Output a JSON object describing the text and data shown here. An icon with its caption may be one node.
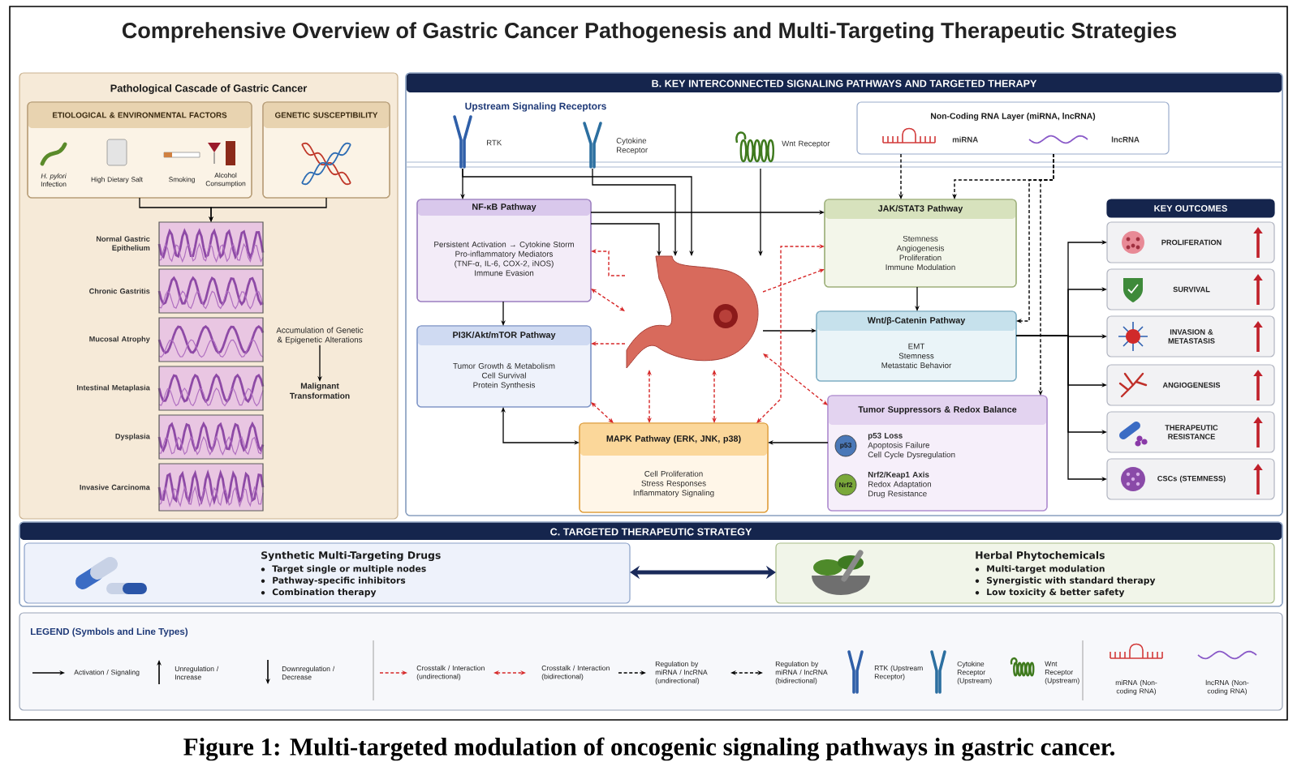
{
  "diagram": {
    "title": "Comprehensive Overview of Gastric Cancer Pathogenesis and Multi-Targeting Therapeutic Strategies",
    "caption": "Figure 1: Multi-targeted modulation of oncogenic signaling pathways in gastric cancer.",
    "nodes": [
      {
        "text": [
          "Pathological Cascade of Gastric Cancer"
        ]
      },
      {
        "text": [
          "ETIOLOGICAL & ENVIRONMENTAL FACTORS",
          "*H. pylori* Infection",
          "High Dietary Salt",
          "Smoking",
          "Alcohol Consumption"
        ],
        "in": 0
      },
      {
        "text": [
          "GENETIC SUSCEPTIBILITY"
        ],
        "in": 0
      },
      {
        "text": [],
        "shape": "picture",
        "beside": [
          "Normal Gastric Epithelium"
        ],
        "in": 0
      },
      {
        "text": [],
        "shape": "picture",
        "beside": [
          "Chronic Gastritis"
        ],
        "in": 0
      },
      {
        "text": [],
        "shape": "picture",
        "beside": [
          "Mucosal Atrophy"
        ],
        "in": 0
      },
      {
        "text": [],
        "shape": "picture",
        "beside": [
          "Intestinal Metaplasia"
        ],
        "in": 0
      },
      {
        "text": [],
        "shape": "picture",
        "beside": [
          "Dysplasia"
        ],
        "in": 0
      },
      {
        "text": [],
        "shape": "picture",
        "beside": [
          "Invasive Carcinoma"
        ],
        "in": 0
      },
      {
        "text": [
          "Accumulation of Genetic & Epigenetic Alterations"
        ],
        "in": 0
      },
      {
        "text": [
          "Malignant Transformation"
        ],
        "in": 0
      },
      {
        "text": [
          "B. KEY INTERCONNECTED SIGNALING PATHWAYS AND TARGETED THERAPY"
        ]
      },
      {
        "text": [],
        "shape": "picture",
        "beside": [
          "RTK"
        ],
        "in": 11
      },
      {
        "text": [],
        "shape": "picture",
        "beside": [
          "Cytokine Receptor"
        ],
        "in": 11
      },
      {
        "text": [],
        "shape": "picture",
        "beside": [
          "Wnt Receptor"
        ],
        "in": 11
      },
      {
        "text": [
          "Non-Coding RNA Layer (miRNA, lncRNA)",
          "miRNA",
          "lncRNA"
        ],
        "in": 11
      },
      {
        "text": [
          "NF-κB Pathway",
          "Persistent Activation → Cytokine Storm",
          "Pro-inflammatory Mediators (TNF-α, IL-6, COX-2, iNOS)",
          "Immune Evasion"
        ],
        "in": 11
      },
      {
        "text": [
          "PI3K/Akt/mTOR Pathway",
          "Tumor Growth & Metabolism",
          "Cell Survival",
          "Protein Synthesis"
        ],
        "in": 11
      },
      {
        "text": [],
        "shape": "picture",
        "in": 11
      },
      {
        "text": [
          "MAPK Pathway (ERK, JNK, p38)",
          "Cell Proliferation",
          "Stress Responses",
          "Inflammatory Signaling"
        ],
        "in": 11
      },
      {
        "text": [
          "JAK/STAT3 Pathway",
          "Stemness",
          "Angiogenesis",
          "Proliferation",
          "Immune Modulation"
        ],
        "in": 11
      },
      {
        "text": [
          "Wnt/β-Catenin Pathway",
          "EMT",
          "Stemness",
          "Metastatic Behavior"
        ],
        "in": 11
      },
      {
        "text": [
          "Tumor Suppressors & Redox Balance",
          "p53",
          "p53 Loss",
          "Apoptosis Failure",
          "Cell Cycle Dysregulation",
          "Nrf2",
          "Nrf2/Keap1 Axis",
          "Redox Adaptation",
          "Drug Resistance"
        ],
        "in": 11
      },
      {
        "text": [
          "KEY OUTCOMES"
        ],
        "in": 11
      },
      {
        "text": [
          "PROLIFERATION"
        ],
        "in": 11
      },
      {
        "text": [
          "SURVIVAL"
        ],
        "in": 11
      },
      {
        "text": [
          "INVASION & METASTASIS"
        ],
        "in": 11
      },
      {
        "text": [
          "ANGIOGENESIS"
        ],
        "in": 11
      },
      {
        "text": [
          "THERAPEUTIC RESISTANCE"
        ],
        "in": 11
      },
      {
        "text": [
          "CSCs (STEMNESS)"
        ],
        "in": 11
      },
      {
        "text": [
          "C. TARGETED THERAPEUTIC STRATEGY"
        ]
      },
      {
        "text": [
          "Synthetic Multi-Targeting Drugs",
          "Target single or multiple nodes",
          "Pathway-specific inhibitors",
          "Combination therapy"
        ],
        "in": 30
      },
      {
        "text": [
          "Herbal Phytochemicals",
          "Multi-target modulation",
          "Synergistic with standard therapy",
          "Low toxicity & better safety"
        ],
        "in": 30
      }
    ],
    "edges": [
      {
        "from": 1,
        "to": 3,
        "arrow": "to"
      },
      {
        "from": 2,
        "to": 3,
        "arrow": "to"
      },
      {
        "from": 9,
        "to": 10,
        "arrow": "to"
      },
      {
        "from": 12,
        "to": 16,
        "arrow": "to"
      },
      {
        "from": 12,
        "to": 18,
        "arrow": "to"
      },
      {
        "from": 13,
        "to": 18,
        "arrow": "to"
      },
      {
        "from": 14,
        "to": 18,
        "arrow": "to"
      },
      {
        "from": 16,
        "to": 20,
        "arrow": "to"
      },
      {
        "from": 16,
        "to": 18,
        "arrow": "to"
      },
      {
        "from": 16,
        "to": 17,
        "arrow": "to"
      },
      {
        "from": 18,
        "to": 21,
        "arrow": "to"
      },
      {
        "from": 17,
        "to": 19,
        "arrow": "both"
      },
      {
        "from": 22,
        "to": 19,
        "arrow": "to"
      },
      {
        "from": 20,
        "to": 21,
        "arrow": "to"
      },
      {
        "from": 21,
        "to": 24,
        "arrow": "to"
      },
      {
        "from": 21,
        "to": 25,
        "arrow": "to"
      },
      {
        "from": 21,
        "to": 26,
        "arrow": "to"
      },
      {
        "from": 21,
        "to": 27,
        "arrow": "to"
      },
      {
        "from": 21,
        "to": 28,
        "arrow": "to"
      },
      {
        "from": 21,
        "to": 29,
        "arrow": "to"
      },
      {
        "from": 15,
        "to": 20,
        "arrow": "to",
        "style": "dashed"
      },
      {
        "from": 15,
        "to": 20,
        "arrow": "to",
        "style": "dashed"
      },
      {
        "from": 15,
        "to": 21,
        "arrow": "to",
        "style": "dashed"
      },
      {
        "from": 15,
        "to": 22,
        "arrow": "to",
        "style": "dashed"
      },
      {
        "from": 18,
        "to": 16,
        "arrow": "to",
        "style": "dashed",
        "color": "#d62728"
      },
      {
        "from": 16,
        "to": 18,
        "arrow": "both",
        "style": "dashed",
        "color": "#d62728"
      },
      {
        "from": 18,
        "to": 17,
        "arrow": "to",
        "style": "dashed",
        "color": "#d62728"
      },
      {
        "from": 17,
        "to": 19,
        "arrow": "both",
        "style": "dashed",
        "color": "#d62728"
      },
      {
        "from": 18,
        "to": 19,
        "arrow": "both",
        "style": "dashed",
        "color": "#d62728"
      },
      {
        "from": 18,
        "to": 19,
        "arrow": "both",
        "style": "dashed",
        "color": "#d62728"
      },
      {
        "from": 19,
        "to": 20,
        "arrow": "both",
        "style": "dashed",
        "color": "#d62728"
      },
      {
        "from": 18,
        "to": 20,
        "arrow": "to",
        "style": "dashed",
        "color": "#d62728"
      },
      {
        "from": 18,
        "to": 22,
        "arrow": "both",
        "style": "dashed",
        "color": "#d62728"
      },
      {
        "from": 31,
        "to": 32,
        "arrow": "both",
        "style": "thick",
        "color": "#1a2a5a"
      }
    ],
    "labels": [
      "Upstream Signaling Receptors",
      "LEGEND (Symbols and Line Types)"
    ],
    "legend": [
      {
        "text": "Activation / Signaling"
      },
      {
        "text": "Unregulation / Increase"
      },
      {
        "text": "Downregulation / Decrease"
      },
      {
        "text": "Crosstalk / Interaction (undirectional)"
      },
      {
        "text": "Crosstalk / Interaction (bidirectional)"
      },
      {
        "text": "Regulation by miRNA / lncRNA (undirectional)"
      },
      {
        "text": "Regulation by miRNA / lncRNA (bidirectional)"
      },
      {
        "text": "RTK (Upstream Receptor)"
      },
      {
        "text": "Cytokine Receptor (Upstream)"
      },
      {
        "text": "Wnt Receptor (Upstream)"
      },
      {
        "text": "miRNA (Non-coding RNA)"
      },
      {
        "text": "lncRNA (Non-coding RNA)"
      }
    ]
  }
}
